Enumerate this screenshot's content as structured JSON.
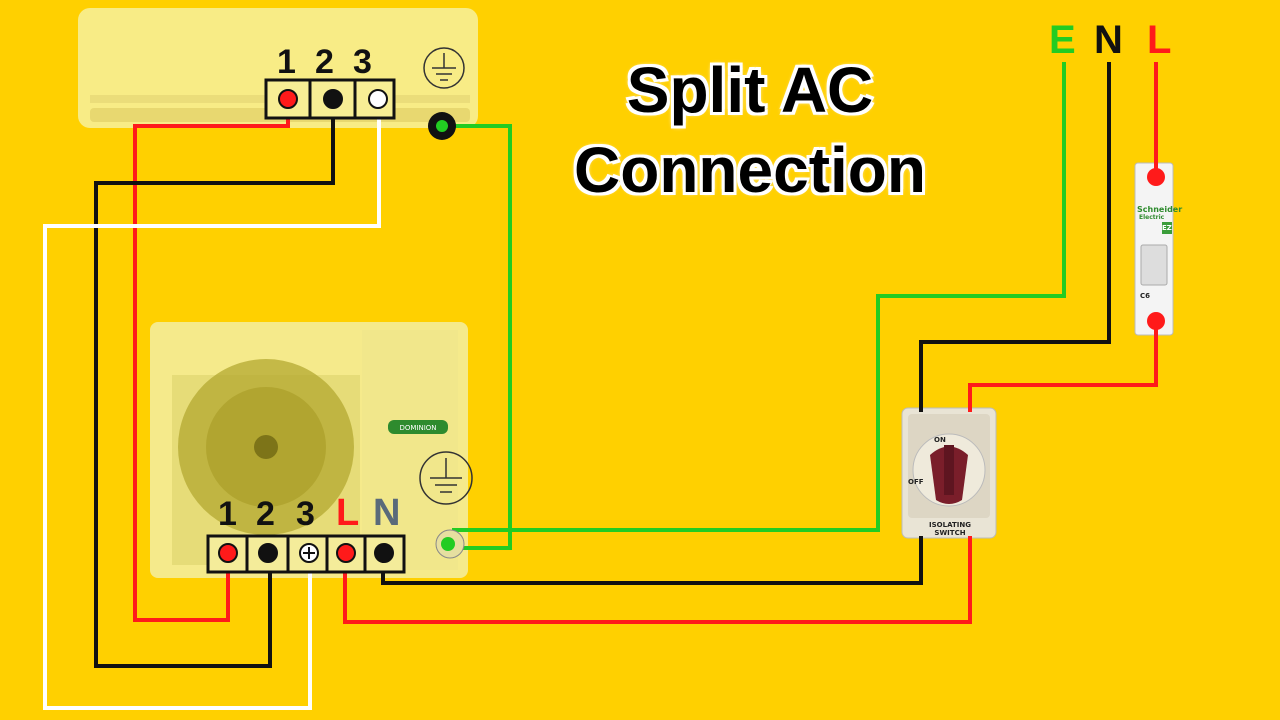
{
  "title": {
    "line1": "Split AC",
    "line2": "Connection"
  },
  "supply": {
    "earth": "E",
    "neutral": "N",
    "live": "L"
  },
  "indoor_unit": {
    "terminals": [
      "1",
      "2",
      "3"
    ]
  },
  "outdoor_unit": {
    "terminals": [
      "1",
      "2",
      "3"
    ],
    "live": "L",
    "neutral": "N",
    "brand": "DOMINION"
  },
  "isolator": {
    "label": "ISOLATING SWITCH",
    "on": "ON",
    "off": "OFF"
  },
  "mcb": {
    "brand": "Schneider",
    "brand_sub": "Electric",
    "series": "EZ",
    "rating": "C6"
  },
  "colors": {
    "background": "#FFD000",
    "live_wire": "#FF1A1A",
    "neutral_wire": "#111111",
    "earth_wire": "#22CC22",
    "signal_wire": "#FFFFFF"
  }
}
